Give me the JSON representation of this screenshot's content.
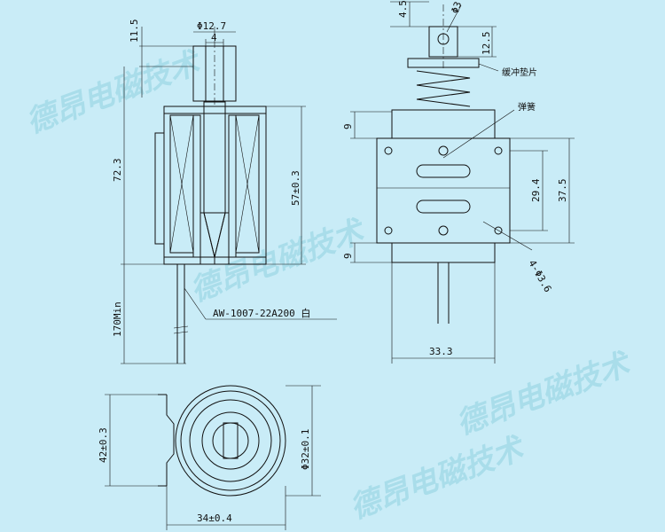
{
  "watermarks": [
    "德昂电磁技术",
    "德昂电磁技术",
    "德昂电磁技术",
    "德昂电磁技术"
  ],
  "dimensions": {
    "top_height": "11.5",
    "shaft_diameter": "Φ12.7",
    "pin_width": "4",
    "total_height": "72.3",
    "body_height": "57±0.3",
    "lead_length": "170Min",
    "wire_spec": "AW-1007-22A200  白",
    "top_gap": "4.5",
    "plunger_diameter": "Φ3",
    "plunger_height": "12.5",
    "buffer_label": "缓冲垫片",
    "spring_label": "弹簧",
    "top_offset": "9",
    "bottom_offset": "9",
    "slot_spacing": "29.4",
    "body_height_side": "37.5",
    "mount_holes": "4-Φ3.6",
    "body_width": "33.3",
    "base_height": "42±0.3",
    "coil_diameter": "Φ32±0.1",
    "base_width": "34±0.4"
  }
}
